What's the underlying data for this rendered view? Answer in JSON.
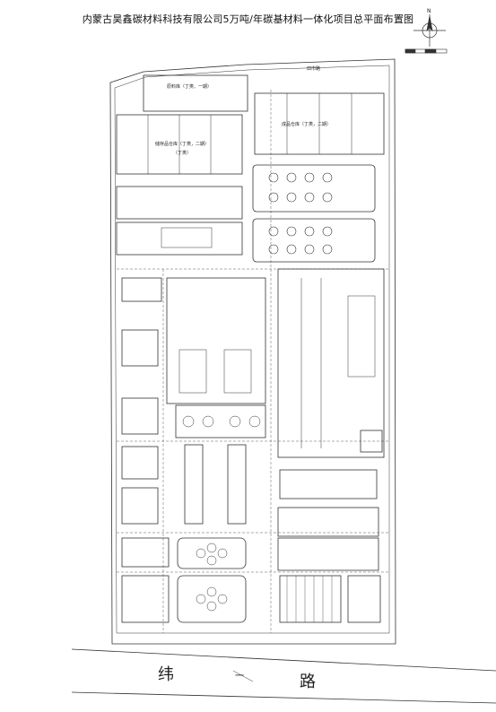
{
  "title": "内蒙古昊鑫碳材料科技有限公司5万吨/年碳基材料一体化项目总平面布置图",
  "compass": {
    "north_label": "N"
  },
  "road": {
    "name_left": "纬",
    "name_right": "路",
    "center_mark": "一"
  },
  "buildings": {
    "top_strip": "田市路",
    "raw_warehouse": "原料库（丁类、一期）",
    "product_warehouse": "成品仓库（丁类，二期）",
    "storage_warehouse": "储存品仓库（丁类，二期）",
    "storage_warehouse_class": "（丁类）"
  }
}
